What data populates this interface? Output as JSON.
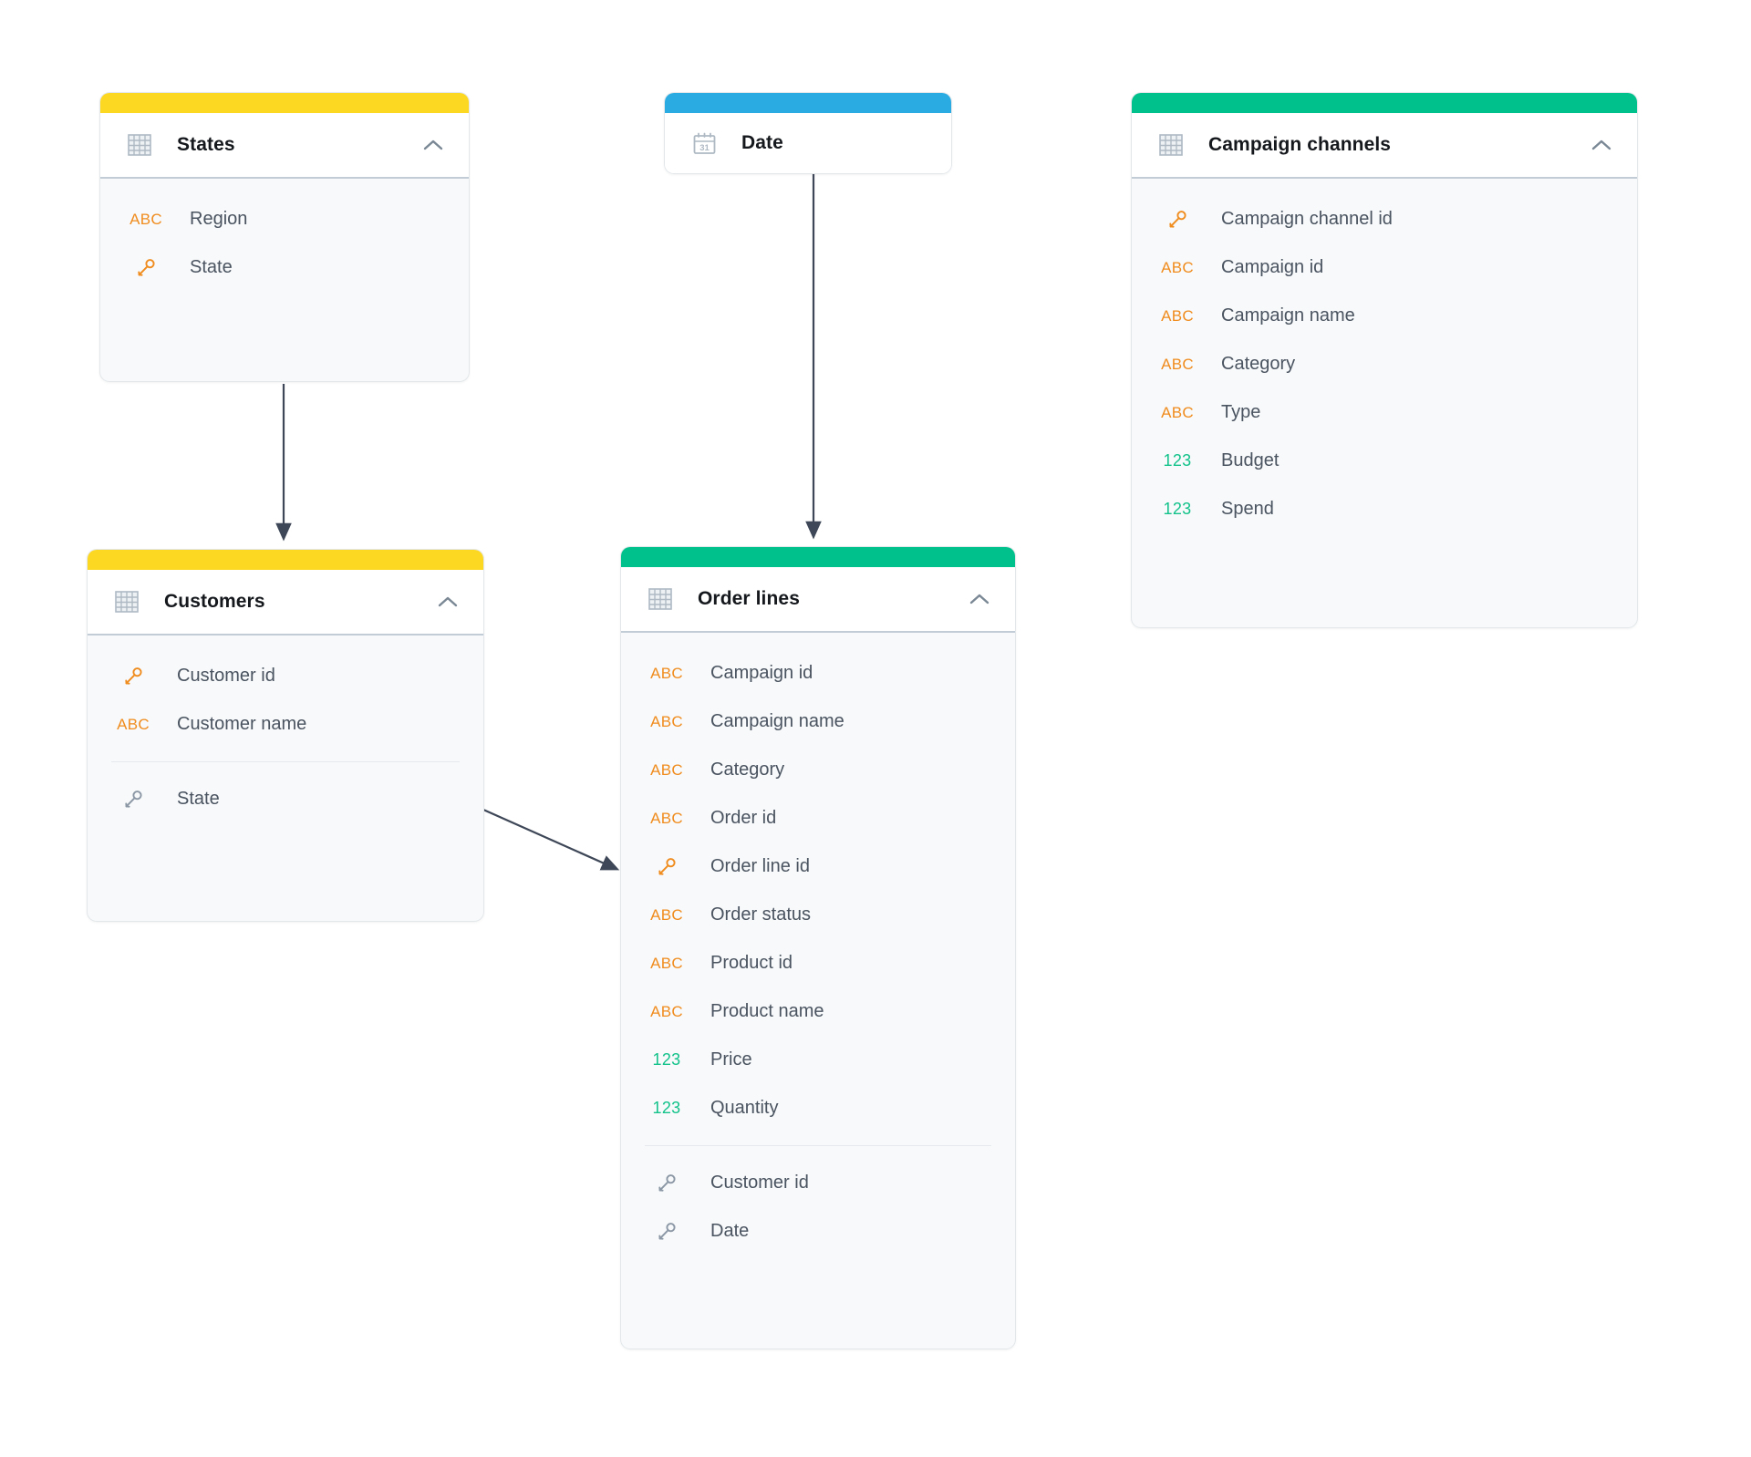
{
  "diagram": {
    "title": "Data model relationships diagram",
    "colors": {
      "accent_yellow": "#FDD822",
      "accent_blue": "#2AABE2",
      "accent_green": "#00C08B",
      "type_text_color": "#F08C1E",
      "type_number_color": "#12C28A",
      "arrow_color": "#3E4757",
      "card_background": "#F7F9FA",
      "header_background": "#FFFFFF"
    },
    "icons": {
      "table": "table-grid-icon",
      "calendar": "calendar-31-icon",
      "collapse": "chevron-up-icon",
      "primary_key": "key-icon-orange",
      "foreign_key": "key-icon-gray",
      "text_type": "ABC",
      "number_type": "123"
    }
  },
  "tables": [
    {
      "id": "states",
      "name": "States",
      "accent": "#FDD822",
      "header_icon": "table-grid-icon",
      "collapsed": false,
      "collapse_label": "chevron-up-icon",
      "fields": [
        {
          "label": "Region",
          "type": "ABC",
          "icon": "abc-icon"
        },
        {
          "label": "State",
          "type": "key",
          "icon": "key-icon-orange"
        }
      ],
      "foreign_fields": []
    },
    {
      "id": "date",
      "name": "Date",
      "accent": "#2AABE2",
      "header_icon": "calendar-31-icon",
      "calendar_day": "31",
      "collapsed": true,
      "fields": [],
      "foreign_fields": []
    },
    {
      "id": "campaign-channels",
      "name": "Campaign channels",
      "accent": "#00C08B",
      "header_icon": "table-grid-icon",
      "collapsed": false,
      "collapse_label": "chevron-up-icon",
      "fields": [
        {
          "label": "Campaign channel id",
          "type": "key",
          "icon": "key-icon-orange"
        },
        {
          "label": "Campaign id",
          "type": "ABC",
          "icon": "abc-icon"
        },
        {
          "label": "Campaign name",
          "type": "ABC",
          "icon": "abc-icon"
        },
        {
          "label": "Category",
          "type": "ABC",
          "icon": "abc-icon"
        },
        {
          "label": "Type",
          "type": "ABC",
          "icon": "abc-icon"
        },
        {
          "label": "Budget",
          "type": "123",
          "icon": "num-icon"
        },
        {
          "label": "Spend",
          "type": "123",
          "icon": "num-icon"
        }
      ],
      "foreign_fields": []
    },
    {
      "id": "customers",
      "name": "Customers",
      "accent": "#FDD822",
      "header_icon": "table-grid-icon",
      "collapsed": false,
      "collapse_label": "chevron-up-icon",
      "fields": [
        {
          "label": "Customer id",
          "type": "key",
          "icon": "key-icon-orange"
        },
        {
          "label": "Customer name",
          "type": "ABC",
          "icon": "abc-icon"
        }
      ],
      "foreign_fields": [
        {
          "label": "State",
          "type": "fkey",
          "icon": "key-icon-gray"
        }
      ]
    },
    {
      "id": "order-lines",
      "name": "Order lines",
      "accent": "#00C08B",
      "header_icon": "table-grid-icon",
      "collapsed": false,
      "collapse_label": "chevron-up-icon",
      "fields": [
        {
          "label": "Campaign id",
          "type": "ABC",
          "icon": "abc-icon"
        },
        {
          "label": "Campaign name",
          "type": "ABC",
          "icon": "abc-icon"
        },
        {
          "label": "Category",
          "type": "ABC",
          "icon": "abc-icon"
        },
        {
          "label": "Order id",
          "type": "ABC",
          "icon": "abc-icon"
        },
        {
          "label": "Order line id",
          "type": "key",
          "icon": "key-icon-orange"
        },
        {
          "label": "Order status",
          "type": "ABC",
          "icon": "abc-icon"
        },
        {
          "label": "Product id",
          "type": "ABC",
          "icon": "abc-icon"
        },
        {
          "label": "Product name",
          "type": "ABC",
          "icon": "abc-icon"
        },
        {
          "label": "Price",
          "type": "123",
          "icon": "num-icon"
        },
        {
          "label": "Quantity",
          "type": "123",
          "icon": "num-icon"
        }
      ],
      "foreign_fields": [
        {
          "label": "Customer id",
          "type": "fkey",
          "icon": "key-icon-gray"
        },
        {
          "label": "Date",
          "type": "fkey",
          "icon": "key-icon-gray"
        }
      ]
    }
  ],
  "relationships": [
    {
      "id": "states-to-customers",
      "from": "States",
      "to": "Customers",
      "style": "arrow-down"
    },
    {
      "id": "date-to-order-lines",
      "from": "Date",
      "to": "Order lines",
      "style": "arrow-down"
    },
    {
      "id": "customers-to-order-lines",
      "from": "Customers",
      "to": "Order lines",
      "style": "arrow-diagonal"
    }
  ]
}
